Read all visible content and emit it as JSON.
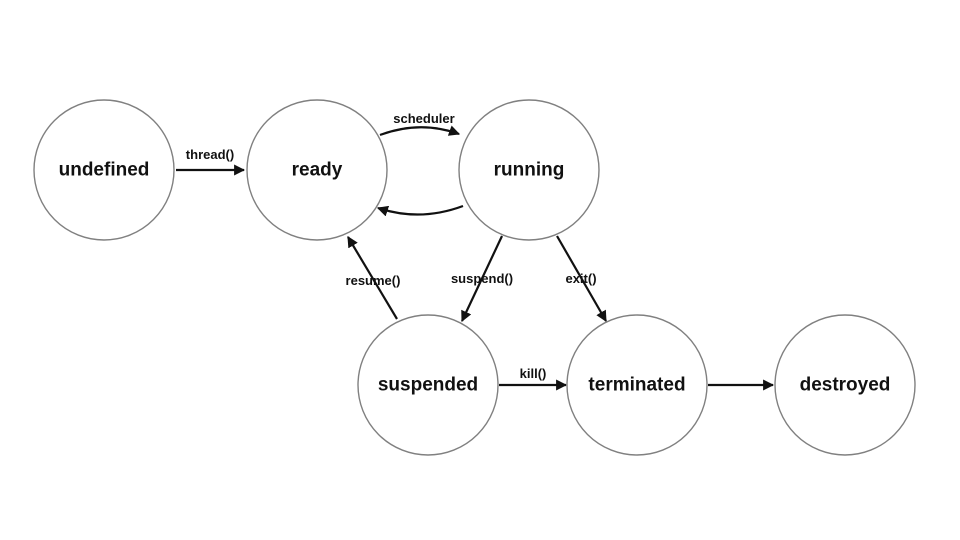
{
  "diagram": {
    "states": {
      "undefined": "undefined",
      "ready": "ready",
      "running": "running",
      "suspended": "suspended",
      "terminated": "terminated",
      "destroyed": "destroyed"
    },
    "transitions": {
      "thread": "thread()",
      "scheduler": "scheduler",
      "suspend": "suspend()",
      "exit": "exit()",
      "resume": "resume()",
      "kill": "kill()"
    },
    "colors": {
      "circle_stroke": "#808080",
      "arrow": "#111111",
      "text": "#111111",
      "background": "#ffffff"
    }
  }
}
